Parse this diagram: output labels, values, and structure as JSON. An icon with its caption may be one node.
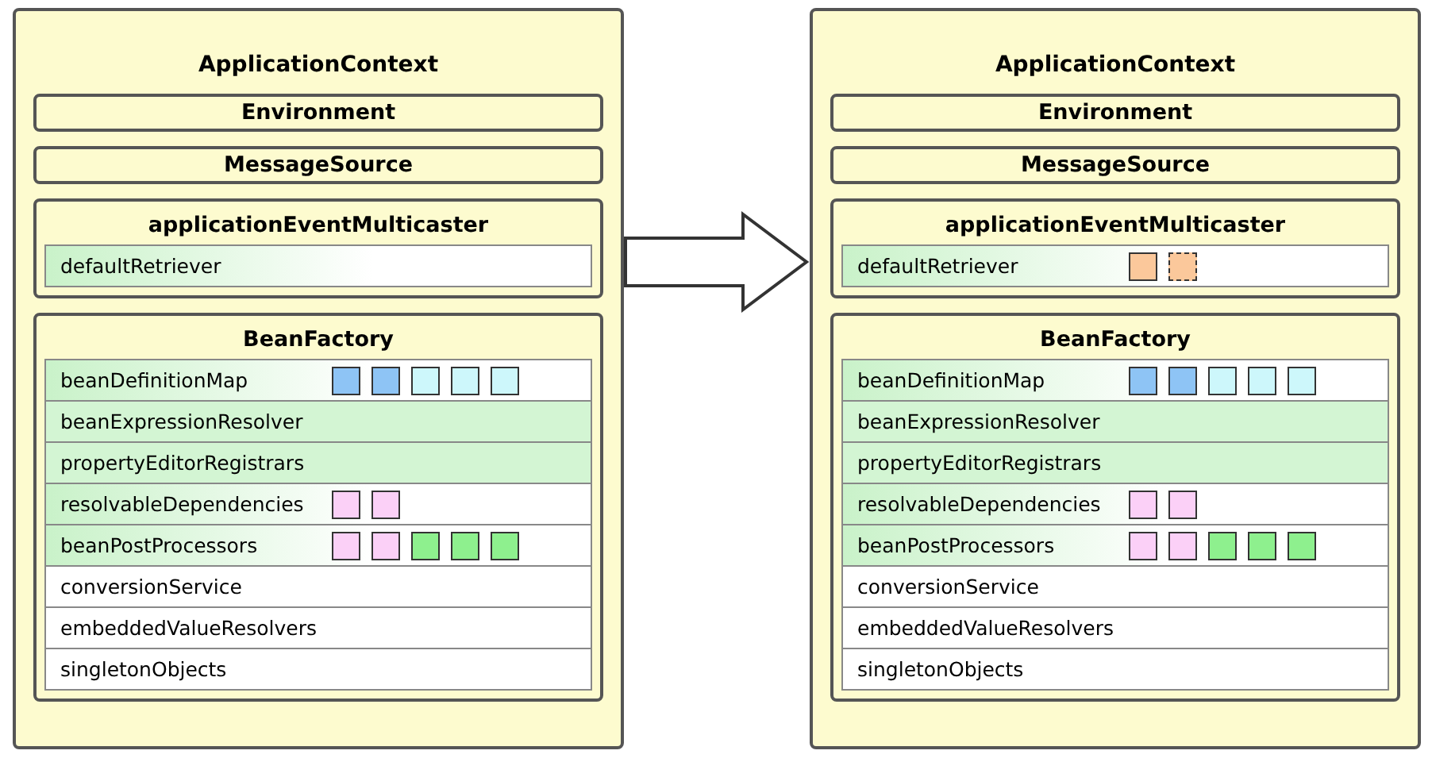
{
  "diagram": {
    "nodes": [
      {
        "text": [
          "ApplicationContext"
        ]
      },
      {
        "text": [
          "Environment"
        ],
        "in": 0
      },
      {
        "text": [
          "MessageSource"
        ],
        "in": 0
      },
      {
        "text": [
          "applicationEventMulticaster"
        ],
        "in": 0
      },
      {
        "text": [
          "defaultRetriever"
        ],
        "in": 3
      },
      {
        "text": [
          "BeanFactory"
        ],
        "in": 0
      },
      {
        "text": [
          "beanDefinitionMap"
        ],
        "in": 5
      },
      {
        "text": [],
        "shape": "box",
        "in": 6
      },
      {
        "text": [],
        "shape": "box",
        "in": 6
      },
      {
        "text": [],
        "shape": "box",
        "in": 6
      },
      {
        "text": [],
        "shape": "box",
        "in": 6
      },
      {
        "text": [],
        "shape": "box",
        "in": 6
      },
      {
        "text": [
          "beanExpressionResolver"
        ],
        "in": 5
      },
      {
        "text": [
          "propertyEditorRegistrars"
        ],
        "in": 5
      },
      {
        "text": [
          "resolvableDependencies"
        ],
        "in": 5
      },
      {
        "text": [],
        "shape": "box",
        "in": 14
      },
      {
        "text": [],
        "shape": "box",
        "in": 14
      },
      {
        "text": [
          "beanPostProcessors"
        ],
        "in": 5
      },
      {
        "text": [],
        "shape": "box",
        "in": 17
      },
      {
        "text": [],
        "shape": "box",
        "in": 17
      },
      {
        "text": [],
        "shape": "box",
        "in": 17
      },
      {
        "text": [],
        "shape": "box",
        "in": 17
      },
      {
        "text": [],
        "shape": "box",
        "in": 17
      },
      {
        "text": [
          "conversionService"
        ],
        "in": 5
      },
      {
        "text": [
          "embeddedValueResolvers"
        ],
        "in": 5
      },
      {
        "text": [
          "singletonObjects"
        ],
        "in": 5
      },
      {
        "text": [
          "ApplicationContext"
        ]
      },
      {
        "text": [
          "Environment"
        ],
        "in": 26
      },
      {
        "text": [
          "MessageSource"
        ],
        "in": 26
      },
      {
        "text": [
          "applicationEventMulticaster"
        ],
        "in": 26
      },
      {
        "text": [
          "defaultRetriever"
        ],
        "in": 29
      },
      {
        "text": [],
        "shape": "box",
        "in": 30
      },
      {
        "text": [],
        "shape": "box",
        "in": 30
      },
      {
        "text": [
          "BeanFactory"
        ],
        "in": 26
      },
      {
        "text": [
          "beanDefinitionMap"
        ],
        "in": 33
      },
      {
        "text": [],
        "shape": "box",
        "in": 34
      },
      {
        "text": [],
        "shape": "box",
        "in": 34
      },
      {
        "text": [],
        "shape": "box",
        "in": 34
      },
      {
        "text": [],
        "shape": "box",
        "in": 34
      },
      {
        "text": [],
        "shape": "box",
        "in": 34
      },
      {
        "text": [
          "beanExpressionResolver"
        ],
        "in": 33
      },
      {
        "text": [
          "propertyEditorRegistrars"
        ],
        "in": 33
      },
      {
        "text": [
          "resolvableDependencies"
        ],
        "in": 33
      },
      {
        "text": [],
        "shape": "box",
        "in": 42
      },
      {
        "text": [],
        "shape": "box",
        "in": 42
      },
      {
        "text": [
          "beanPostProcessors"
        ],
        "in": 33
      },
      {
        "text": [],
        "shape": "box",
        "in": 45
      },
      {
        "text": [],
        "shape": "box",
        "in": 45
      },
      {
        "text": [],
        "shape": "box",
        "in": 45
      },
      {
        "text": [],
        "shape": "box",
        "in": 45
      },
      {
        "text": [],
        "shape": "box",
        "in": 45
      },
      {
        "text": [
          "conversionService"
        ],
        "in": 33
      },
      {
        "text": [
          "embeddedValueResolvers"
        ],
        "in": 33
      },
      {
        "text": [
          "singletonObjects"
        ],
        "in": 33
      }
    ],
    "edges": [
      {
        "from": 0,
        "to": 26,
        "arrow": "to"
      }
    ]
  }
}
